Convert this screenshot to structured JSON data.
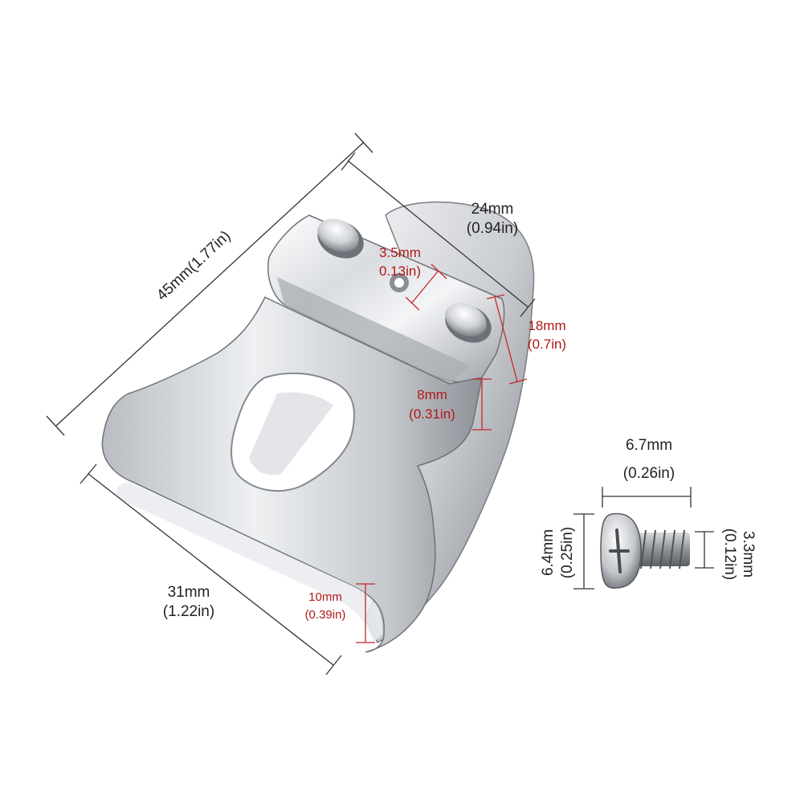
{
  "colors": {
    "background": "#ffffff",
    "dimension_line_dark": "#333333",
    "dimension_line_red": "#c62828",
    "dimension_text_red": "#b01818",
    "metal_light": "#f2f3f5",
    "metal_dark": "#8a8e94"
  },
  "product": {
    "clip_name": "belt-clip",
    "screw_name": "screw"
  },
  "dimensions": {
    "clip_length": {
      "mm": "45mm(1.77in)"
    },
    "clip_top_width": {
      "mm": "24mm",
      "in": "(0.94in)"
    },
    "clip_bottom_width": {
      "mm": "31mm",
      "in": "(1.22in)"
    },
    "hole_diameter": {
      "mm": "3.5mm",
      "in": "0.13in)"
    },
    "rivet_spacing": {
      "mm": "18mm",
      "in": "(0.7in)"
    },
    "slot_height": {
      "mm": "8mm",
      "in": "(0.31in)"
    },
    "bottom_lip": {
      "mm": "10mm",
      "in": "(0.39in)"
    },
    "screw_length": {
      "mm": "6.7mm",
      "in": "(0.26in)"
    },
    "screw_head_diameter": {
      "mm": "6.4mm",
      "in": "(0.25in)"
    },
    "screw_thread_diameter": {
      "mm": "3.3mm",
      "in": "(0.12in)"
    }
  }
}
